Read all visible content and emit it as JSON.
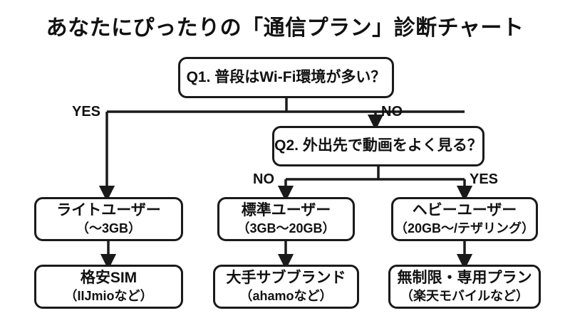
{
  "chart": {
    "title": "あなたにぴったりの「通信プラン」診断チャート",
    "type": "flowchart",
    "colors": {
      "background": "#ffffff",
      "stroke": "#1a1a1a",
      "text": "#111111"
    }
  },
  "nodes": {
    "q1": {
      "id": "q1",
      "kind": "question",
      "text": "Q1. 普段はWi-Fi環境が多い？"
    },
    "q2": {
      "id": "q2",
      "kind": "question",
      "text": "Q2. 外出先で動画をよく見る？"
    },
    "light_user": {
      "id": "light-user",
      "kind": "result",
      "title": "ライトユーザー",
      "detail": "（〜3GB）"
    },
    "standard_user": {
      "id": "standard-user",
      "kind": "result",
      "title": "標準ユーザー",
      "detail": "（3GB〜20GB）"
    },
    "heavy_user": {
      "id": "heavy-user",
      "kind": "result",
      "title": "ヘビーユーザー",
      "detail": "（20GB〜/テザリング）"
    },
    "plan_budget": {
      "id": "plan-budget",
      "kind": "plan",
      "title": "格安SIM",
      "detail": "（IIJmioなど）"
    },
    "plan_sub_brand": {
      "id": "plan-sub-brand",
      "kind": "plan",
      "title": "大手サブブランド",
      "detail": "（ahamoなど）"
    },
    "plan_unlimited": {
      "id": "plan-unlimited",
      "kind": "plan",
      "title": "無制限・専用プラン",
      "detail": "（楽天モバイルなど）"
    }
  },
  "edges": {
    "q1_yes": {
      "label": "YES",
      "from": "q1",
      "to": "light_user"
    },
    "q1_no": {
      "label": "NO",
      "from": "q1",
      "to": "q2"
    },
    "q2_no": {
      "label": "NO",
      "from": "q2",
      "to": "standard_user"
    },
    "q2_yes": {
      "label": "YES",
      "from": "q2",
      "to": "heavy_user"
    },
    "light_to_budget": {
      "label": "",
      "from": "light_user",
      "to": "plan_budget"
    },
    "standard_to_sub": {
      "label": "",
      "from": "standard_user",
      "to": "plan_sub_brand"
    },
    "heavy_to_unlimited": {
      "label": "",
      "from": "heavy_user",
      "to": "plan_unlimited"
    }
  }
}
